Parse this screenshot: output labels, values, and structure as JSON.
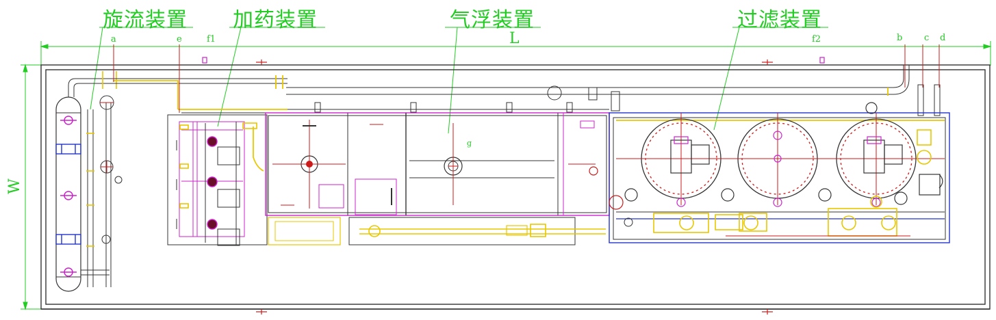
{
  "sections": {
    "cyclone": "旋流装置",
    "dosing": "加药装置",
    "flotation": "气浮装置",
    "filtration": "过滤装置"
  },
  "dimensions": {
    "length": "L",
    "width": "W"
  },
  "points": {
    "a": "a",
    "e": "e",
    "f1": "f1",
    "f2": "f2",
    "b": "b",
    "c": "c",
    "d": "d",
    "g": "g"
  },
  "colors": {
    "dimension": "#22cc22",
    "frame": "#333333",
    "magenta": "#cc22cc",
    "yellow": "#e8c800",
    "red": "#d42020",
    "blue": "#2233cc"
  }
}
